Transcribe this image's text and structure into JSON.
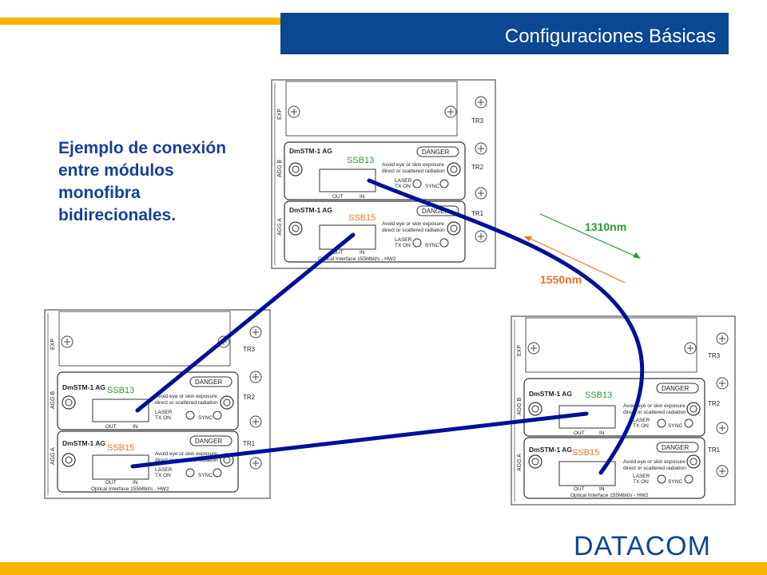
{
  "header": {
    "title": "Configuraciones Básicas"
  },
  "heading": {
    "lines": [
      "Ejemplo de conexión",
      "entre módulos",
      "monofibra",
      "bidirecionales."
    ]
  },
  "wavelengths": {
    "up": "1310nm",
    "down": "1550nm"
  },
  "colors": {
    "accent": "#f7b500",
    "brand": "#0b4792",
    "fiber": "#000f99",
    "green": "#2a9a35",
    "orange": "#e8732a"
  },
  "chassis": {
    "exp_label": "EXP",
    "agg_b_label": "AGG B",
    "agg_a_label": "AGG A",
    "tr_labels": [
      "TR3",
      "TR2",
      "TR1"
    ],
    "module_name": "DmSTM-1 AG",
    "danger": "DANGER",
    "warning_line1": "Avoid eye or skin exposure",
    "warning_line2": "direct or scattered radiation",
    "laser_label": "LASER",
    "tx_on_label": "TX ON",
    "sync_label": "SYNC",
    "out_label": "OUT",
    "in_label": "IN",
    "interface_label": "Optical Interface 155Mbit/s - HW2",
    "tag_top": "SSB13",
    "tag_bottom": "SSB15"
  },
  "footer": {
    "logo": "DATACOM"
  }
}
